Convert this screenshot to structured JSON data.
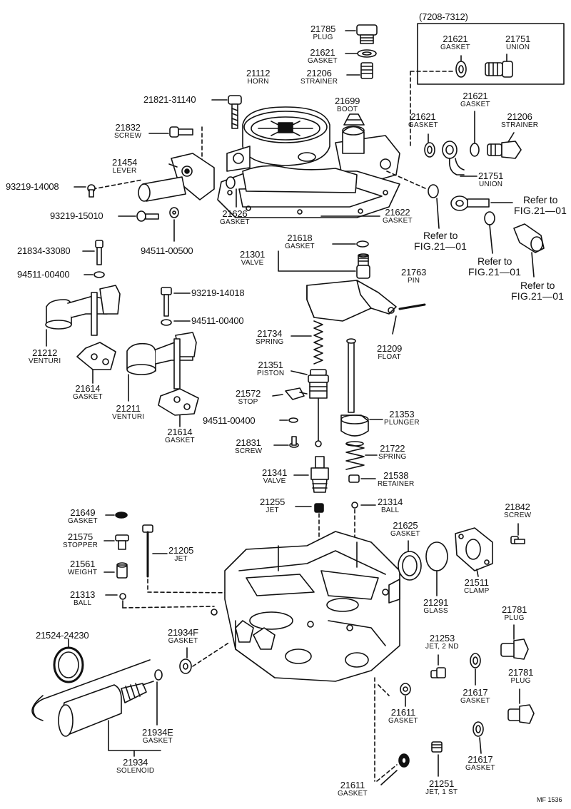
{
  "labels": [
    {
      "id": "pn-21785",
      "number": "21785",
      "text": "PLUG"
    },
    {
      "id": "pn-21621-a",
      "number": "21621",
      "text": "GASKET"
    },
    {
      "id": "pn-21206-a",
      "number": "21206",
      "text": "STRAINER"
    },
    {
      "id": "pn-21112",
      "number": "21112",
      "text": "HORN"
    },
    {
      "id": "pn-21821-31140",
      "number": "21821-31140",
      "text": ""
    },
    {
      "id": "pn-21699",
      "number": "21699",
      "text": "BOOT"
    },
    {
      "id": "pn-21832",
      "number": "21832",
      "text": "SCREW"
    },
    {
      "id": "pn-21454",
      "number": "21454",
      "text": "LEVER"
    },
    {
      "id": "pn-93219-14008",
      "number": "93219-14008",
      "text": ""
    },
    {
      "id": "pn-93219-15010",
      "number": "93219-15010",
      "text": ""
    },
    {
      "id": "pn-21626",
      "number": "21626",
      "text": "GASKET"
    },
    {
      "id": "pn-94511-00500",
      "number": "94511-00500",
      "text": ""
    },
    {
      "id": "pn-21622",
      "number": "21622",
      "text": "GASKET"
    },
    {
      "id": "pn-21618",
      "number": "21618",
      "text": "GASKET"
    },
    {
      "id": "pn-21301",
      "number": "21301",
      "text": "VALVE"
    },
    {
      "id": "pn-21834-33080",
      "number": "21834-33080",
      "text": ""
    },
    {
      "id": "pn-94511-00400-a",
      "number": "94511-00400",
      "text": ""
    },
    {
      "id": "pn-93219-14018",
      "number": "93219-14018",
      "text": ""
    },
    {
      "id": "pn-94511-00400-b",
      "number": "94511-00400",
      "text": ""
    },
    {
      "id": "pn-21763",
      "number": "21763",
      "text": "PIN"
    },
    {
      "id": "pn-21734",
      "number": "21734",
      "text": "SPRING"
    },
    {
      "id": "pn-21209",
      "number": "21209",
      "text": "FLOAT"
    },
    {
      "id": "pn-21212",
      "number": "21212",
      "text": "VENTURI"
    },
    {
      "id": "pn-21351",
      "number": "21351",
      "text": "PISTON"
    },
    {
      "id": "pn-21614-a",
      "number": "21614",
      "text": "GASKET"
    },
    {
      "id": "pn-21572",
      "number": "21572",
      "text": "STOP"
    },
    {
      "id": "pn-21211",
      "number": "21211",
      "text": "VENTURI"
    },
    {
      "id": "pn-21353",
      "number": "21353",
      "text": "PLUNGER"
    },
    {
      "id": "pn-94511-00400-c",
      "number": "94511-00400",
      "text": ""
    },
    {
      "id": "pn-21614-b",
      "number": "21614",
      "text": "GASKET"
    },
    {
      "id": "pn-21831",
      "number": "21831",
      "text": "SCREW"
    },
    {
      "id": "pn-21722",
      "number": "21722",
      "text": "SPRING"
    },
    {
      "id": "pn-21341",
      "number": "21341",
      "text": "VALVE"
    },
    {
      "id": "pn-21538",
      "number": "21538",
      "text": "RETAINER"
    },
    {
      "id": "pn-21255",
      "number": "21255",
      "text": "JET"
    },
    {
      "id": "pn-21314",
      "number": "21314",
      "text": "BALL"
    },
    {
      "id": "pn-21842",
      "number": "21842",
      "text": "SCREW"
    },
    {
      "id": "pn-21649",
      "number": "21649",
      "text": "GASKET"
    },
    {
      "id": "pn-21625",
      "number": "21625",
      "text": "GASKET"
    },
    {
      "id": "pn-21575",
      "number": "21575",
      "text": "STOPPER"
    },
    {
      "id": "pn-21205",
      "number": "21205",
      "text": "JET"
    },
    {
      "id": "pn-21561",
      "number": "21561",
      "text": "WEIGHT"
    },
    {
      "id": "pn-21511",
      "number": "21511",
      "text": "CLAMP"
    },
    {
      "id": "pn-21313",
      "number": "21313",
      "text": "BALL"
    },
    {
      "id": "pn-21291",
      "number": "21291",
      "text": "GLASS"
    },
    {
      "id": "pn-21781-a",
      "number": "21781",
      "text": "PLUG"
    },
    {
      "id": "pn-21524-24230",
      "number": "21524-24230",
      "text": ""
    },
    {
      "id": "pn-21934f",
      "number": "21934F",
      "text": "GASKET"
    },
    {
      "id": "pn-21253",
      "number": "21253",
      "text": "JET, 2 ND"
    },
    {
      "id": "pn-21617-a",
      "number": "21617",
      "text": "GASKET"
    },
    {
      "id": "pn-21781-b",
      "number": "21781",
      "text": "PLUG"
    },
    {
      "id": "pn-21611-a",
      "number": "21611",
      "text": "GASKET"
    },
    {
      "id": "pn-21934e",
      "number": "21934E",
      "text": "GASKET"
    },
    {
      "id": "pn-21934",
      "number": "21934",
      "text": "SOLENOID"
    },
    {
      "id": "pn-21617-b",
      "number": "21617",
      "text": "GASKET"
    },
    {
      "id": "pn-21611-b",
      "number": "21611",
      "text": "GASKET"
    },
    {
      "id": "pn-21251",
      "number": "21251",
      "text": "JET, 1 ST"
    },
    {
      "id": "pn-7208",
      "number": "(7208-7312)",
      "text": ""
    },
    {
      "id": "pn-21621-b",
      "number": "21621",
      "text": "GASKET"
    },
    {
      "id": "pn-21751-a",
      "number": "21751",
      "text": "UNION"
    },
    {
      "id": "pn-21621-c",
      "number": "21621",
      "text": "GASKET"
    },
    {
      "id": "pn-21206-b",
      "number": "21206",
      "text": "STRAINER"
    },
    {
      "id": "pn-21621-d",
      "number": "21621",
      "text": "GASKET"
    },
    {
      "id": "pn-21751-b",
      "number": "21751",
      "text": "UNION"
    }
  ],
  "refs": [
    {
      "id": "ref-1",
      "line1": "Refer to",
      "line2": "FIG.21—01"
    },
    {
      "id": "ref-2",
      "line1": "Refer to",
      "line2": "FIG.21—01"
    },
    {
      "id": "ref-3",
      "line1": "Refer to",
      "line2": "FIG.21—01"
    },
    {
      "id": "ref-4",
      "line1": "Refer to",
      "line2": "FIG.21—01"
    }
  ],
  "footer": "MF 1536"
}
